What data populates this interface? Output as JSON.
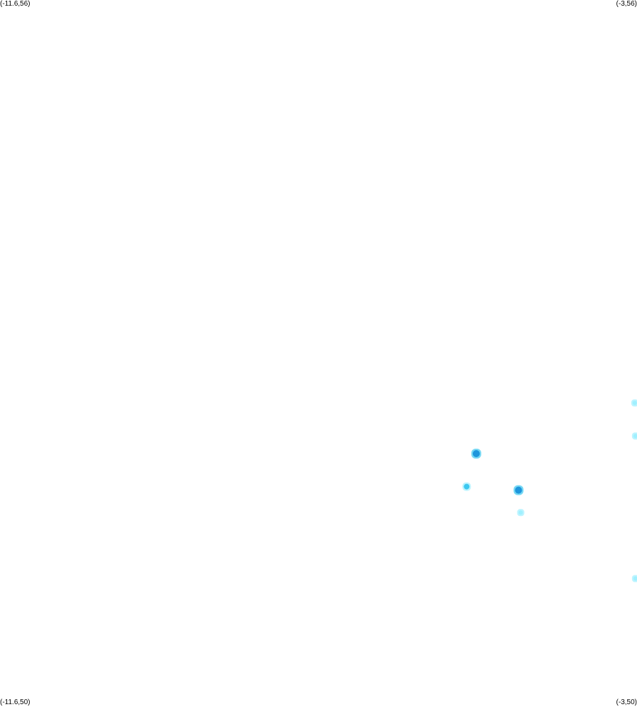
{
  "map": {
    "corners": {
      "top_left": "(-11.6,56)",
      "top_right": "(-3,56)",
      "bottom_left": "(-11.6,50)",
      "bottom_right": "(-3,50)"
    },
    "extent": {
      "lon_min": -11.6,
      "lon_max": -3,
      "lat_min": 50,
      "lat_max": 56
    },
    "colors": {
      "background": "#ffffff",
      "dark": "#1e96dc",
      "medium": "#3cc8f0",
      "light": "#a0f0ff"
    },
    "points": [
      {
        "lon": -5.17,
        "lat": 52.15,
        "intensity": "dark"
      },
      {
        "lon": -4.6,
        "lat": 51.84,
        "intensity": "dark"
      },
      {
        "lon": -5.3,
        "lat": 51.87,
        "intensity": "medium"
      },
      {
        "lon": -4.57,
        "lat": 51.65,
        "intensity": "light"
      },
      {
        "lon": -3.03,
        "lat": 52.58,
        "intensity": "light"
      },
      {
        "lon": -3.02,
        "lat": 52.3,
        "intensity": "light"
      },
      {
        "lon": -3.02,
        "lat": 51.09,
        "intensity": "light"
      }
    ]
  }
}
